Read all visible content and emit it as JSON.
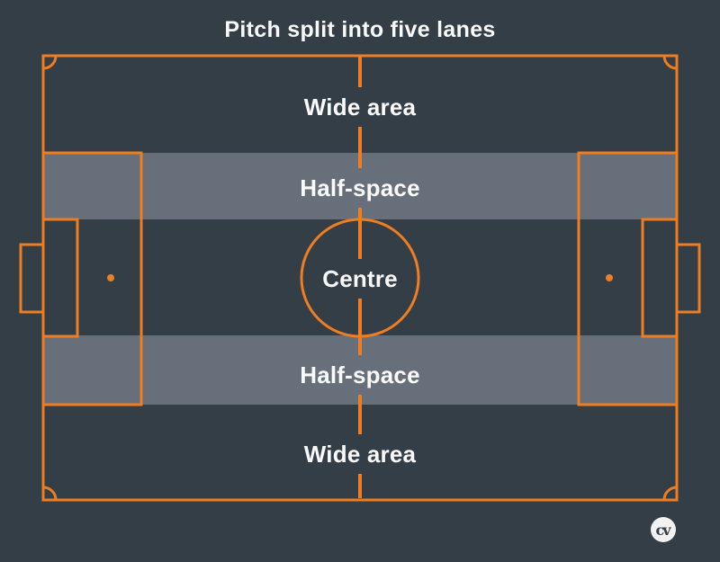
{
  "title": "Pitch split into five lanes",
  "lanes": [
    {
      "name": "wide-area-top",
      "label": "Wide area"
    },
    {
      "name": "half-space-top",
      "label": "Half-space"
    },
    {
      "name": "centre",
      "label": "Centre"
    },
    {
      "name": "half-space-bottom",
      "label": "Half-space"
    },
    {
      "name": "wide-area-bottom",
      "label": "Wide area"
    }
  ],
  "logo": {
    "text": "cv"
  },
  "colors": {
    "background": "#333e47",
    "lane_band": "#67707a",
    "pitch_lines": "#ef7d22",
    "text": "#fafafa",
    "logo_background": "#f2f2f2",
    "logo_text": "#333e47"
  }
}
